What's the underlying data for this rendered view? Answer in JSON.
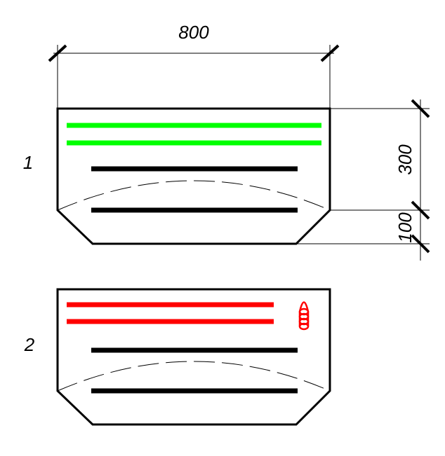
{
  "dimensions": {
    "width_label": "800",
    "height_label": "300",
    "chamfer_label": "100"
  },
  "sections": [
    {
      "label": "1",
      "top_bar_color": "#00ff00"
    },
    {
      "label": "2",
      "top_bar_color": "#ff0000"
    }
  ],
  "colors": {
    "outline": "#000000",
    "green": "#00ff00",
    "red": "#ff0000"
  }
}
